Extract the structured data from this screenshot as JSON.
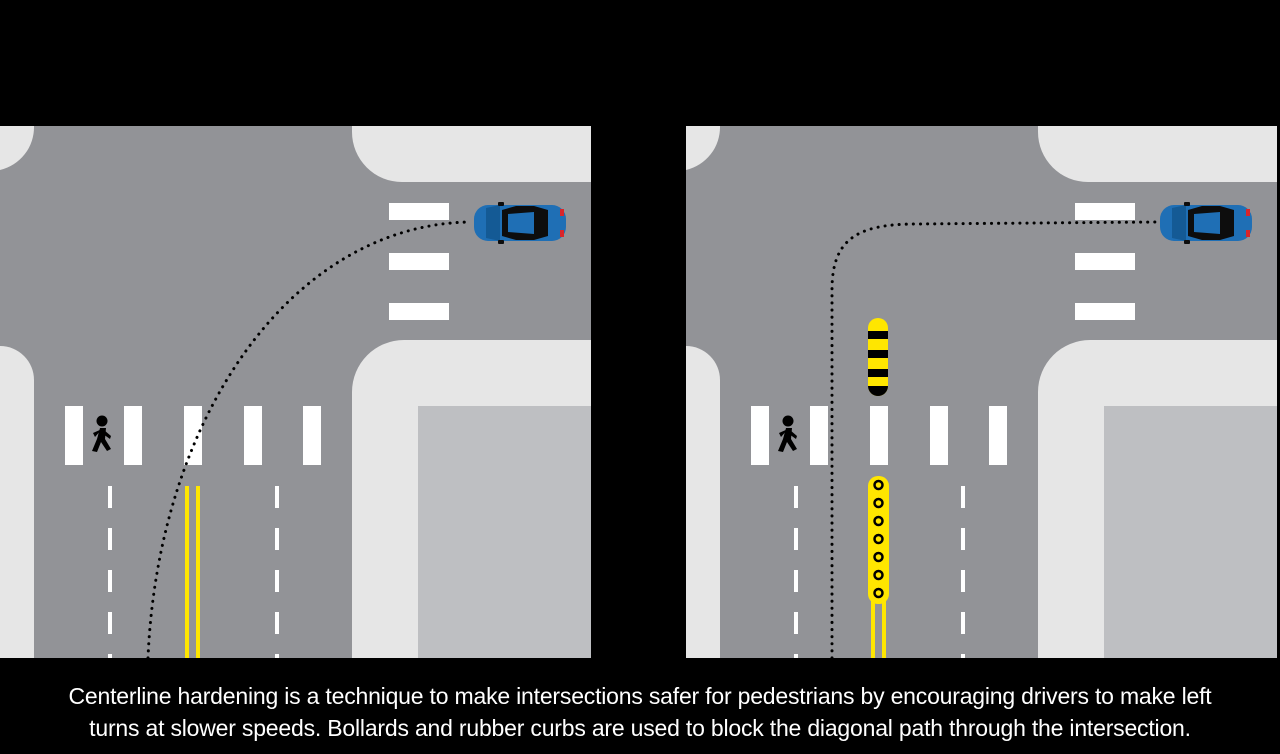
{
  "caption": {
    "line1": "Centerline hardening is a technique to make intersections safer for pedestrians by encouraging drivers to make left",
    "line2": "turns at slower speeds. Bollards and rubber curbs are used to block the diagonal path through the intersection."
  },
  "colors": {
    "background": "#000000",
    "road": "#929397",
    "sidewalk": "#e6e6e6",
    "lot": "#bebfc2",
    "marking_white": "#ffffff",
    "centerline_yellow": "#ffe600",
    "car_blue": "#1f6fb5",
    "path_dots": "#000000"
  },
  "panels": [
    {
      "id": "before",
      "hardened_centerline": false,
      "icons": [
        "car-icon",
        "pedestrian-icon"
      ]
    },
    {
      "id": "after",
      "hardened_centerline": true,
      "icons": [
        "car-icon",
        "pedestrian-icon",
        "bollard-icon",
        "rubber-curb-icon"
      ]
    }
  ]
}
